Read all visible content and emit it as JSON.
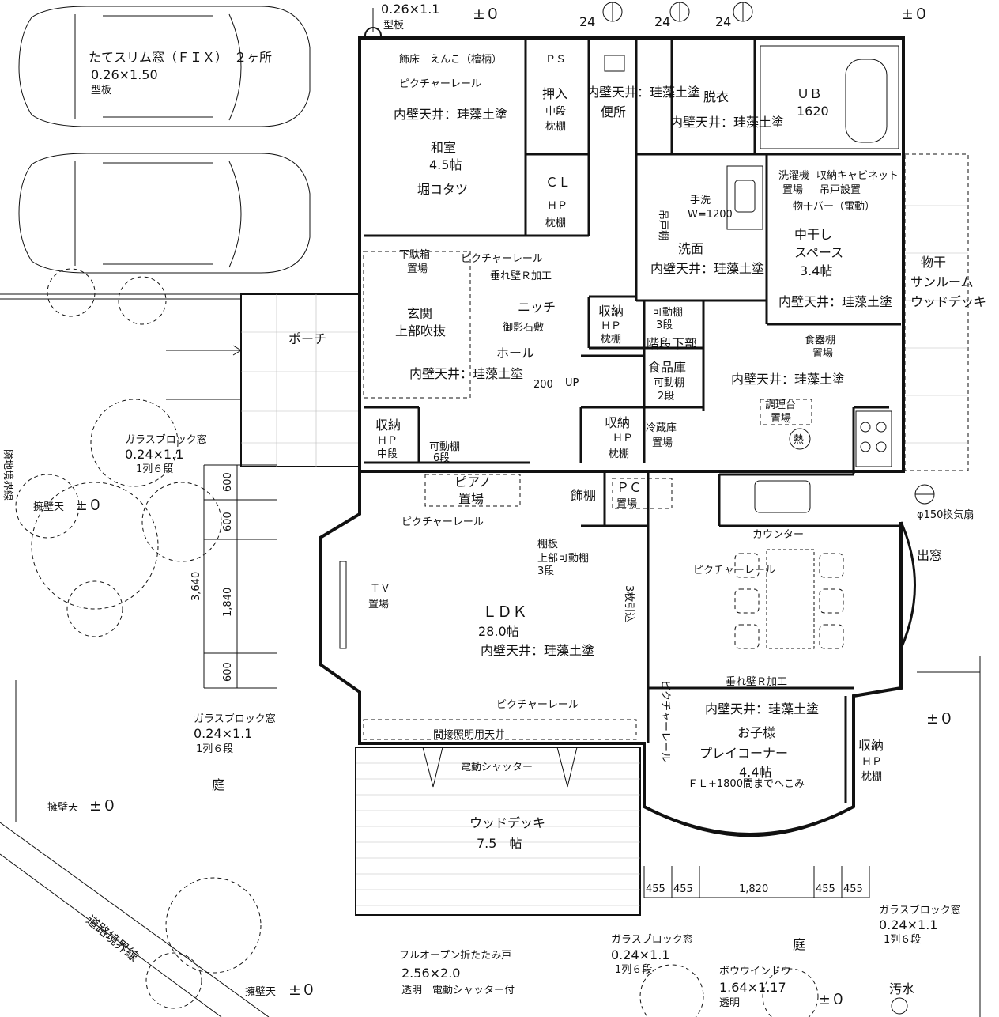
{
  "top": {
    "window": "0.26×1.1",
    "window_type": "型板",
    "level_a": "±０",
    "level_b": "±０",
    "dim_24": "24"
  },
  "parking": {
    "slim_window": "たてスリム窓（ＦＩＸ）　２ヶ所",
    "slim_size": "0.26×1.50",
    "slim_type": "型板"
  },
  "washitsu": {
    "floor": "飾床　えんこ（檜柄）",
    "rail": "ピクチャーレール",
    "finish": "内壁天井：珪藻土塗",
    "name": "和室",
    "size": "4.5帖",
    "kotatsu": "堀コタツ"
  },
  "closet": {
    "ps": "ＰＳ",
    "oshiire": "押入",
    "oshiire_sub": "中段",
    "oshiire_sub2": "枕棚",
    "cl": "ＣＬ",
    "cl_sub": "ＨＰ",
    "cl_sub2": "枕棚"
  },
  "toilet": {
    "name": "便所",
    "finish": "内壁天井：珪藻土塗"
  },
  "dressing": {
    "name": "脱衣",
    "finish": "内壁天井：珪藻土塗"
  },
  "bath": {
    "name": "ＵＢ",
    "size": "1620"
  },
  "wash": {
    "tansu": "吊戸棚",
    "sink": "手洗",
    "sink_w": "W=1200",
    "name": "洗面",
    "finish": "内壁天井：珪藻土塗"
  },
  "laundry": {
    "machine": "洗濯機",
    "machine2": "置場",
    "cabinet": "収納キャビネット",
    "cabinet2": "吊戸設置",
    "bar": "物干バー（電動）",
    "name": "中干し",
    "name2": "スペース",
    "size": "3.4帖",
    "finish": "内壁天井：珪藻土塗"
  },
  "sunroom": {
    "line1": "物干",
    "line2": "サンルーム",
    "deck": "ウッドデッキ"
  },
  "entrance": {
    "shoebox": "下駄箱",
    "shoebox2": "置場",
    "rail": "ピクチャーレール",
    "hang": "垂れ壁Ｒ加工",
    "name": "玄関",
    "name2": "上部吹抜",
    "porch": "ポーチ",
    "niche": "ニッチ",
    "stone": "御影石敷",
    "hall": "ホール",
    "finish": "内壁天井：珪藻土塗",
    "step": "200",
    "up": "UP"
  },
  "storage": {
    "s1": "収納",
    "s1b": "ＨＰ",
    "s1c": "枕棚",
    "move": "可動棚",
    "move2": "3段",
    "stair": "階段下部",
    "pantry": "食品庫",
    "pantry2": "可動棚",
    "pantry3": "2段",
    "s2": "収納",
    "s2b": "ＨＰ",
    "s2c": "中段",
    "move6": "可動棚",
    "move6b": "6段",
    "s3": "収納",
    "s3b": "ＨＰ",
    "s3c": "枕棚",
    "fridge": "冷蔵庫",
    "fridge2": "置場",
    "deco": "飾棚",
    "pc": "ＰＣ",
    "pc2": "置場"
  },
  "kitchen": {
    "dish": "食器棚",
    "dish2": "置場",
    "finish": "内壁天井：珪藻土塗",
    "cook": "調理台",
    "cook2": "置場",
    "heat": "熱",
    "counter": "カウンター",
    "fan": "φ150換気扇",
    "bay": "出窓",
    "rail": "ピクチャーレール"
  },
  "ldk": {
    "piano": "ピアノ",
    "piano2": "置場",
    "rail": "ピクチャーレール",
    "shelf": "棚板",
    "shelf2": "上部可動棚",
    "shelf3": "3段",
    "tv": "ＴＶ",
    "tv2": "置場",
    "name": "ＬＤＫ",
    "size": "28.0帖",
    "finish": "内壁天井：珪藻土塗",
    "sliding": "3枚引込",
    "rail2": "ピクチャーレール",
    "indirect": "間接照明用天井",
    "shutter": "電動シャッター"
  },
  "kids": {
    "hang": "垂れ壁Ｒ加工",
    "finish": "内壁天井：珪藻土塗",
    "name": "お子様",
    "name2": "プレイコーナー",
    "size": "4.4帖",
    "rail": "ピクチャーレール",
    "dent": "ＦＬ+1800間までへこみ",
    "s": "収納",
    "sb": "ＨＰ",
    "sc": "枕棚"
  },
  "deck": {
    "name": "ウッドデッキ",
    "size": "7.5　帖"
  },
  "exterior": {
    "glass1": "ガラスブロック窓",
    "glass1_size": "0.24×1.1",
    "glass1_rows": "1列６段",
    "wall1": "擁壁天",
    "lv": "±０",
    "glass2": "ガラスブロック窓",
    "glass2_size": "0.24×1.1",
    "glass2_rows": "1列６段",
    "garden": "庭",
    "wall2": "擁壁天",
    "boundary": "道路境界線",
    "wall3": "擁壁天",
    "folding": "フルオープン折たたみ戸",
    "folding_size": "2.56×2.0",
    "folding_note": "透明　電動シャッター付",
    "glass3": "ガラスブロック窓",
    "glass3_size": "0.24×1.1",
    "glass3_rows": "1列６段",
    "bow": "ボウウインドウ",
    "bow_size": "1.64×1.17",
    "bow_note": "透明",
    "garden2": "庭",
    "glass4": "ガラスブロック窓",
    "glass4_size": "0.24×1.1",
    "glass4_rows": "1列６段",
    "sewer": "汚水",
    "left_boundary": "隣地境界線"
  },
  "dims": {
    "d600a": "600",
    "d600b": "600",
    "d1840": "1,840",
    "d600c": "600",
    "d3640": "3,640",
    "b455a": "455",
    "b455b": "455",
    "b1820": "1,820",
    "b455c": "455",
    "b455d": "455"
  }
}
